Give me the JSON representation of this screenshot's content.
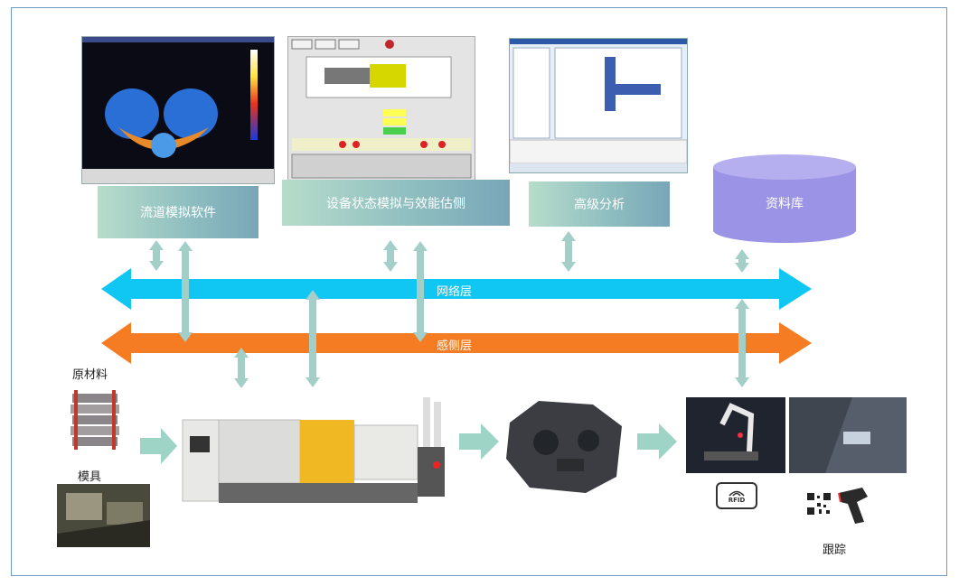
{
  "software_boxes": {
    "runner": "流道模拟软件",
    "equipment": "设备状态模拟与效能估侧",
    "analysis": "高级分析",
    "database": "资料库"
  },
  "layers": {
    "network": "网络层",
    "sensing": "感侧层"
  },
  "inputs": {
    "raw_material": "原材料",
    "mold": "模具"
  },
  "tracking": {
    "label": "跟踪",
    "rfid": "RFID"
  },
  "colors": {
    "network_band": "#10c6f2",
    "sensing_band": "#f57c22",
    "database": "#9b93e6",
    "link_arrow": "#a4cfc9",
    "flow_arrow": "#9ed4c6",
    "frame": "#6e9bc4"
  }
}
